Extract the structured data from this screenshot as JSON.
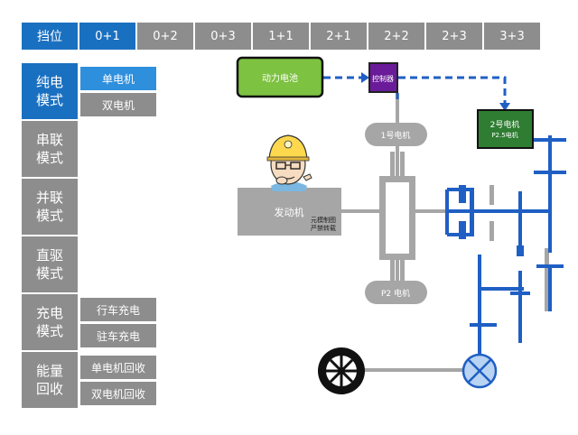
{
  "gearbar": {
    "label": "挡位",
    "gears": [
      "0+1",
      "0+2",
      "0+3",
      "1+1",
      "2+1",
      "2+2",
      "2+3",
      "3+3"
    ],
    "active_index": 0
  },
  "modes": [
    {
      "label_l1": "纯电",
      "label_l2": "模式",
      "active": true,
      "subs": [
        {
          "label": "单电机",
          "active": true
        },
        {
          "label": "双电机",
          "active": false
        }
      ]
    },
    {
      "label_l1": "串联",
      "label_l2": "模式",
      "active": false,
      "subs": []
    },
    {
      "label_l1": "并联",
      "label_l2": "模式",
      "active": false,
      "subs": []
    },
    {
      "label_l1": "直驱",
      "label_l2": "模式",
      "active": false,
      "subs": []
    },
    {
      "label_l1": "充电",
      "label_l2": "模式",
      "active": false,
      "subs": [
        {
          "label": "行车充电",
          "active": false
        },
        {
          "label": "驻车充电",
          "active": false
        }
      ]
    },
    {
      "label_l1": "能量",
      "label_l2": "回收",
      "active": false,
      "subs": [
        {
          "label": "单电机回收",
          "active": false
        },
        {
          "label": "双电机回收",
          "active": false
        }
      ]
    }
  ],
  "diagram": {
    "battery": "动力电池",
    "controller": "控制器",
    "motor1": "1号电机",
    "motor2_l1": "2号电机",
    "motor2_l2": "P2.5电机",
    "engine": "发动机",
    "p2_motor": "P2 电机",
    "watermark_l1": "元模制图",
    "watermark_l2": "严禁转载"
  },
  "colors": {
    "active_blue": "#1a70c0",
    "sub_active_blue": "#2e8fdc",
    "inactive_gray": "#8d8d8d",
    "battery_green": "#7dc241",
    "controller_purple": "#6a1b9a",
    "motor2_green": "#2e7d32",
    "flow_blue": "#1f5fc4",
    "shaft_gray": "#a6a6a6"
  }
}
